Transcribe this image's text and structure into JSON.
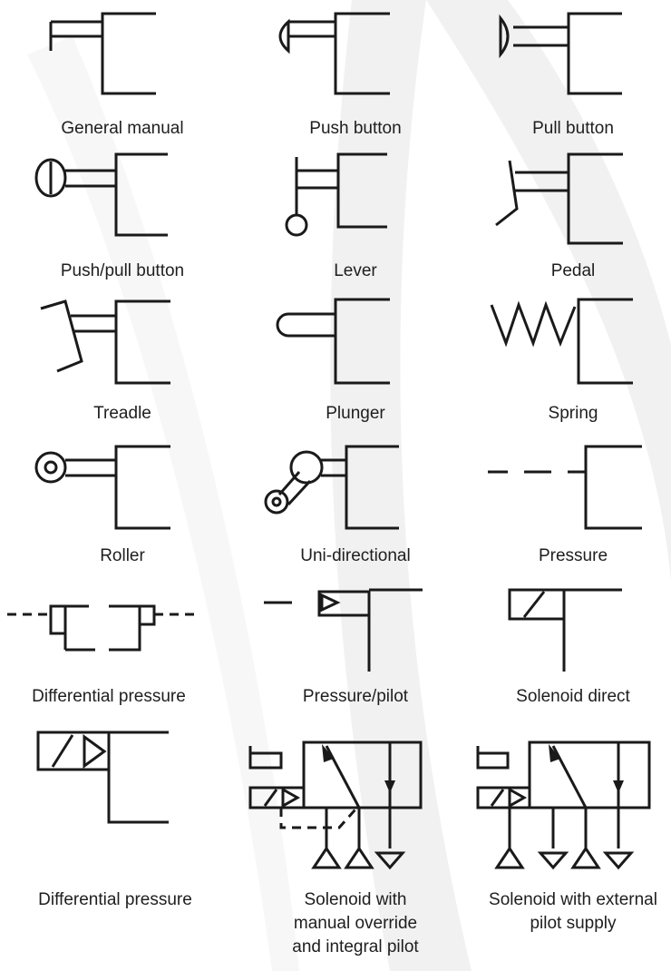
{
  "symbols": [
    {
      "label": "General manual",
      "icon": "general-manual-icon"
    },
    {
      "label": "Push button",
      "icon": "push-button-icon"
    },
    {
      "label": "Pull button",
      "icon": "pull-button-icon"
    },
    {
      "label": "Push/pull button",
      "icon": "push-pull-button-icon"
    },
    {
      "label": "Lever",
      "icon": "lever-icon"
    },
    {
      "label": "Pedal",
      "icon": "pedal-icon"
    },
    {
      "label": "Treadle",
      "icon": "treadle-icon"
    },
    {
      "label": "Plunger",
      "icon": "plunger-icon"
    },
    {
      "label": "Spring",
      "icon": "spring-icon"
    },
    {
      "label": "Roller",
      "icon": "roller-icon"
    },
    {
      "label": "Uni-directional",
      "icon": "uni-directional-roller-icon"
    },
    {
      "label": "Pressure",
      "icon": "pressure-icon"
    },
    {
      "label": "Differential pressure",
      "icon": "differential-pressure-icon"
    },
    {
      "label": "Pressure/pilot",
      "icon": "pressure-pilot-icon"
    },
    {
      "label": "Solenoid direct",
      "icon": "solenoid-direct-icon"
    },
    {
      "label": "Differential pressure",
      "icon": "differential-pressure-solenoid-icon"
    },
    {
      "label": "Solenoid with\nmanual override\nand integral pilot",
      "icon": "solenoid-manual-override-integral-pilot-icon"
    },
    {
      "label": "Solenoid with external\npilot supply",
      "icon": "solenoid-external-pilot-supply-icon"
    }
  ],
  "colors": {
    "line": "#1a1a1a",
    "text": "#1e1e1e",
    "watermark": "#ececec",
    "background": "#ffffff"
  }
}
